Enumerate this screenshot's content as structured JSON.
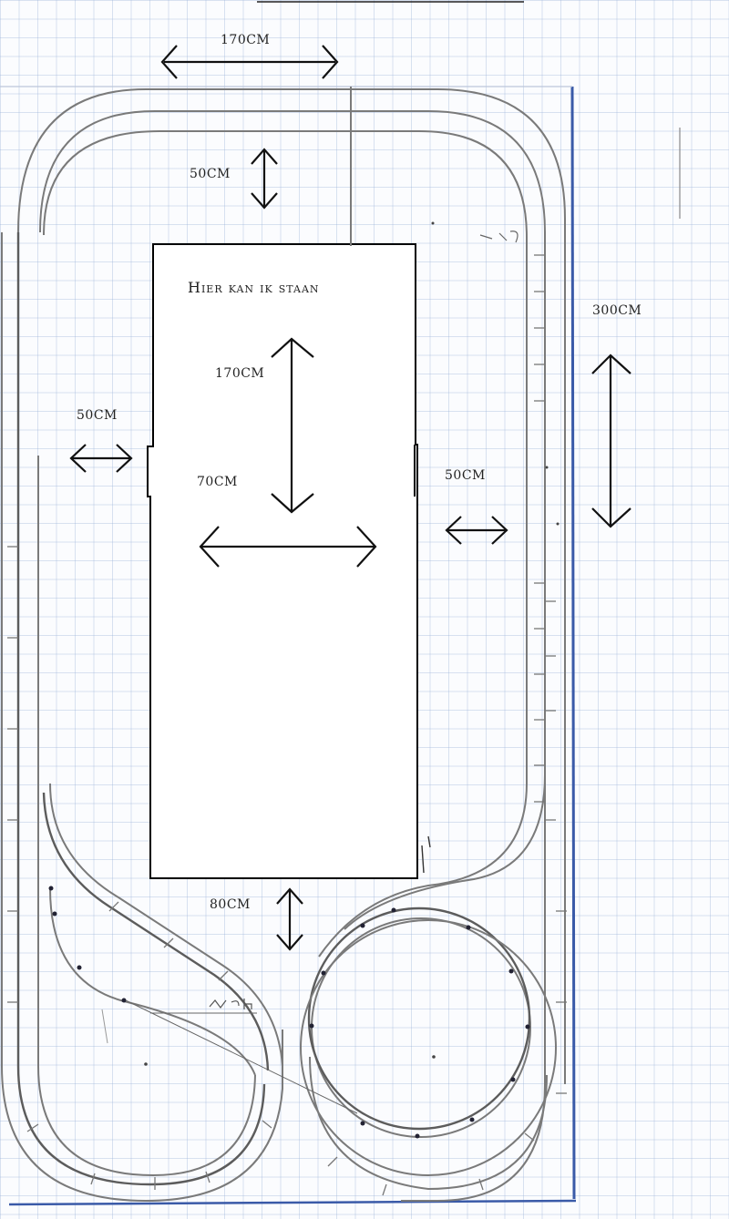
{
  "labels": {
    "top_width": "170CM",
    "top_gap": "50CM",
    "stand_area": "Hier kan ik staan",
    "inner_length": "170CM",
    "left_gap": "50CM",
    "inner_width": "70CM",
    "right_gap": "50CM",
    "total_length": "300CM",
    "bottom_gap": "80CM"
  },
  "colors": {
    "grid": "#96afd7",
    "board_edge": "#3a5aa8",
    "track": "#7a7a7a",
    "ink": "#111111"
  }
}
